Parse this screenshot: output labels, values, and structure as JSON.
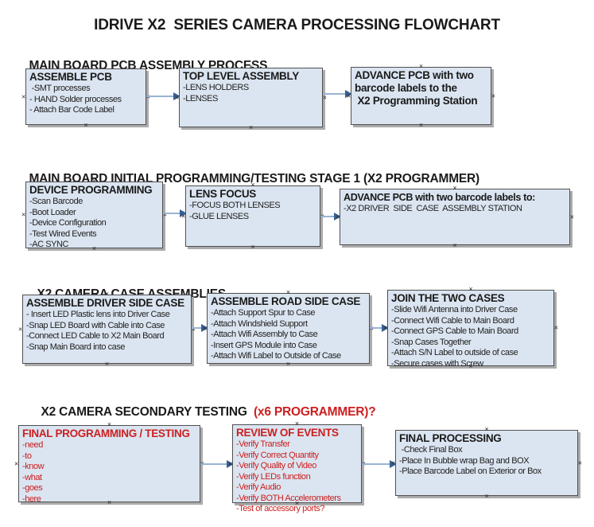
{
  "title": "IDRIVE X2  SERIES CAMERA PROCESSING FLOWCHART",
  "colors": {
    "box_fill": "#dbe5f1",
    "box_border": "#4f4f4f",
    "arrow_line": "#9ab3d5",
    "arrow_head": "#365f91",
    "accent_red": "#cc2020",
    "text_black": "#1a1a1a"
  },
  "icons": {
    "connection_handle": "×",
    "arrow_head": "right-pointing-triangle"
  },
  "sections": [
    {
      "header": "MAIN BOARD PCB ASSEMBLY PROCESS",
      "boxes": [
        {
          "title": "ASSEMBLE PCB",
          "items": [
            " -SMT processes",
            "- HAND Solder processes",
            "- Attach Bar Code Label"
          ]
        },
        {
          "title": "TOP LEVEL ASSEMBLY",
          "items": [
            "-LENS HOLDERS",
            "-LENSES"
          ]
        },
        {
          "title_lines": [
            "ADVANCE PCB with two",
            "barcode labels to the",
            " X2 Programming Station"
          ],
          "items": []
        }
      ]
    },
    {
      "header": "MAIN BOARD INITIAL PROGRAMMING/TESTING STAGE 1 (X2 PROGRAMMER)",
      "boxes": [
        {
          "title": "DEVICE PROGRAMMING",
          "items": [
            "-Scan Barcode",
            "-Boot Loader",
            "-Device Configuration",
            "-Test Wired Events",
            "-AC SYNC"
          ]
        },
        {
          "title": "LENS FOCUS",
          "items": [
            "-FOCUS BOTH LENSES",
            "-GLUE LENSES"
          ]
        },
        {
          "title": "ADVANCE PCB with two barcode labels to:",
          "items": [
            "-X2 DRIVER  SIDE  CASE  ASSEMBLY STATION"
          ]
        }
      ]
    },
    {
      "header": "X2 CAMERA CASE ASSEMBLIES",
      "boxes": [
        {
          "title": "ASSEMBLE DRIVER SIDE CASE",
          "items": [
            "- Insert LED Plastic lens into Driver Case",
            "-Snap LED Board with Cable into Case",
            "-Connect LED Cable to X2 Main Board",
            "-Snap Main Board into case"
          ]
        },
        {
          "title": "ASSEMBLE ROAD SIDE CASE",
          "items": [
            "-Attach Support Spur to Case",
            "-Attach Windshield Support",
            "-Attach Wifi Assembly to Case",
            "-Insert GPS Module into Case",
            "-Attach Wifi Label to Outside of Case"
          ]
        },
        {
          "title": "JOIN THE TWO CASES",
          "items": [
            "-Slide Wifi Antenna into Driver Case",
            "-Connect Wifi Cable to Main Board",
            "-Connect GPS Cable to Main Board",
            "-Snap Cases Together",
            "-Attach S/N Label to outside of case",
            "-Secure cases with Screw"
          ]
        }
      ]
    },
    {
      "header": "X2 CAMERA SECONDARY TESTING  ",
      "header_red": "(x6 PROGRAMMER)?",
      "boxes": [
        {
          "title": "FINAL PROGRAMMING / TESTING",
          "red": true,
          "items": [
            "-need",
            "-to",
            "-know",
            "-what",
            "-goes",
            "-here"
          ]
        },
        {
          "title": "REVIEW OF EVENTS",
          "red": true,
          "items": [
            "-Verify Transfer",
            "-Verify Correct Quantity",
            "-Verify Quality of Video",
            "-Verify LEDs function",
            "-Verify Audio",
            "-Verify BOTH Accelerometers",
            "-Test of accessory ports?"
          ]
        },
        {
          "title": "FINAL PROCESSING",
          "items": [
            " -Check Final Box",
            "-Place In Bubble wrap Bag and BOX",
            "-Place Barcode Label on Exterior or Box"
          ]
        }
      ]
    }
  ]
}
